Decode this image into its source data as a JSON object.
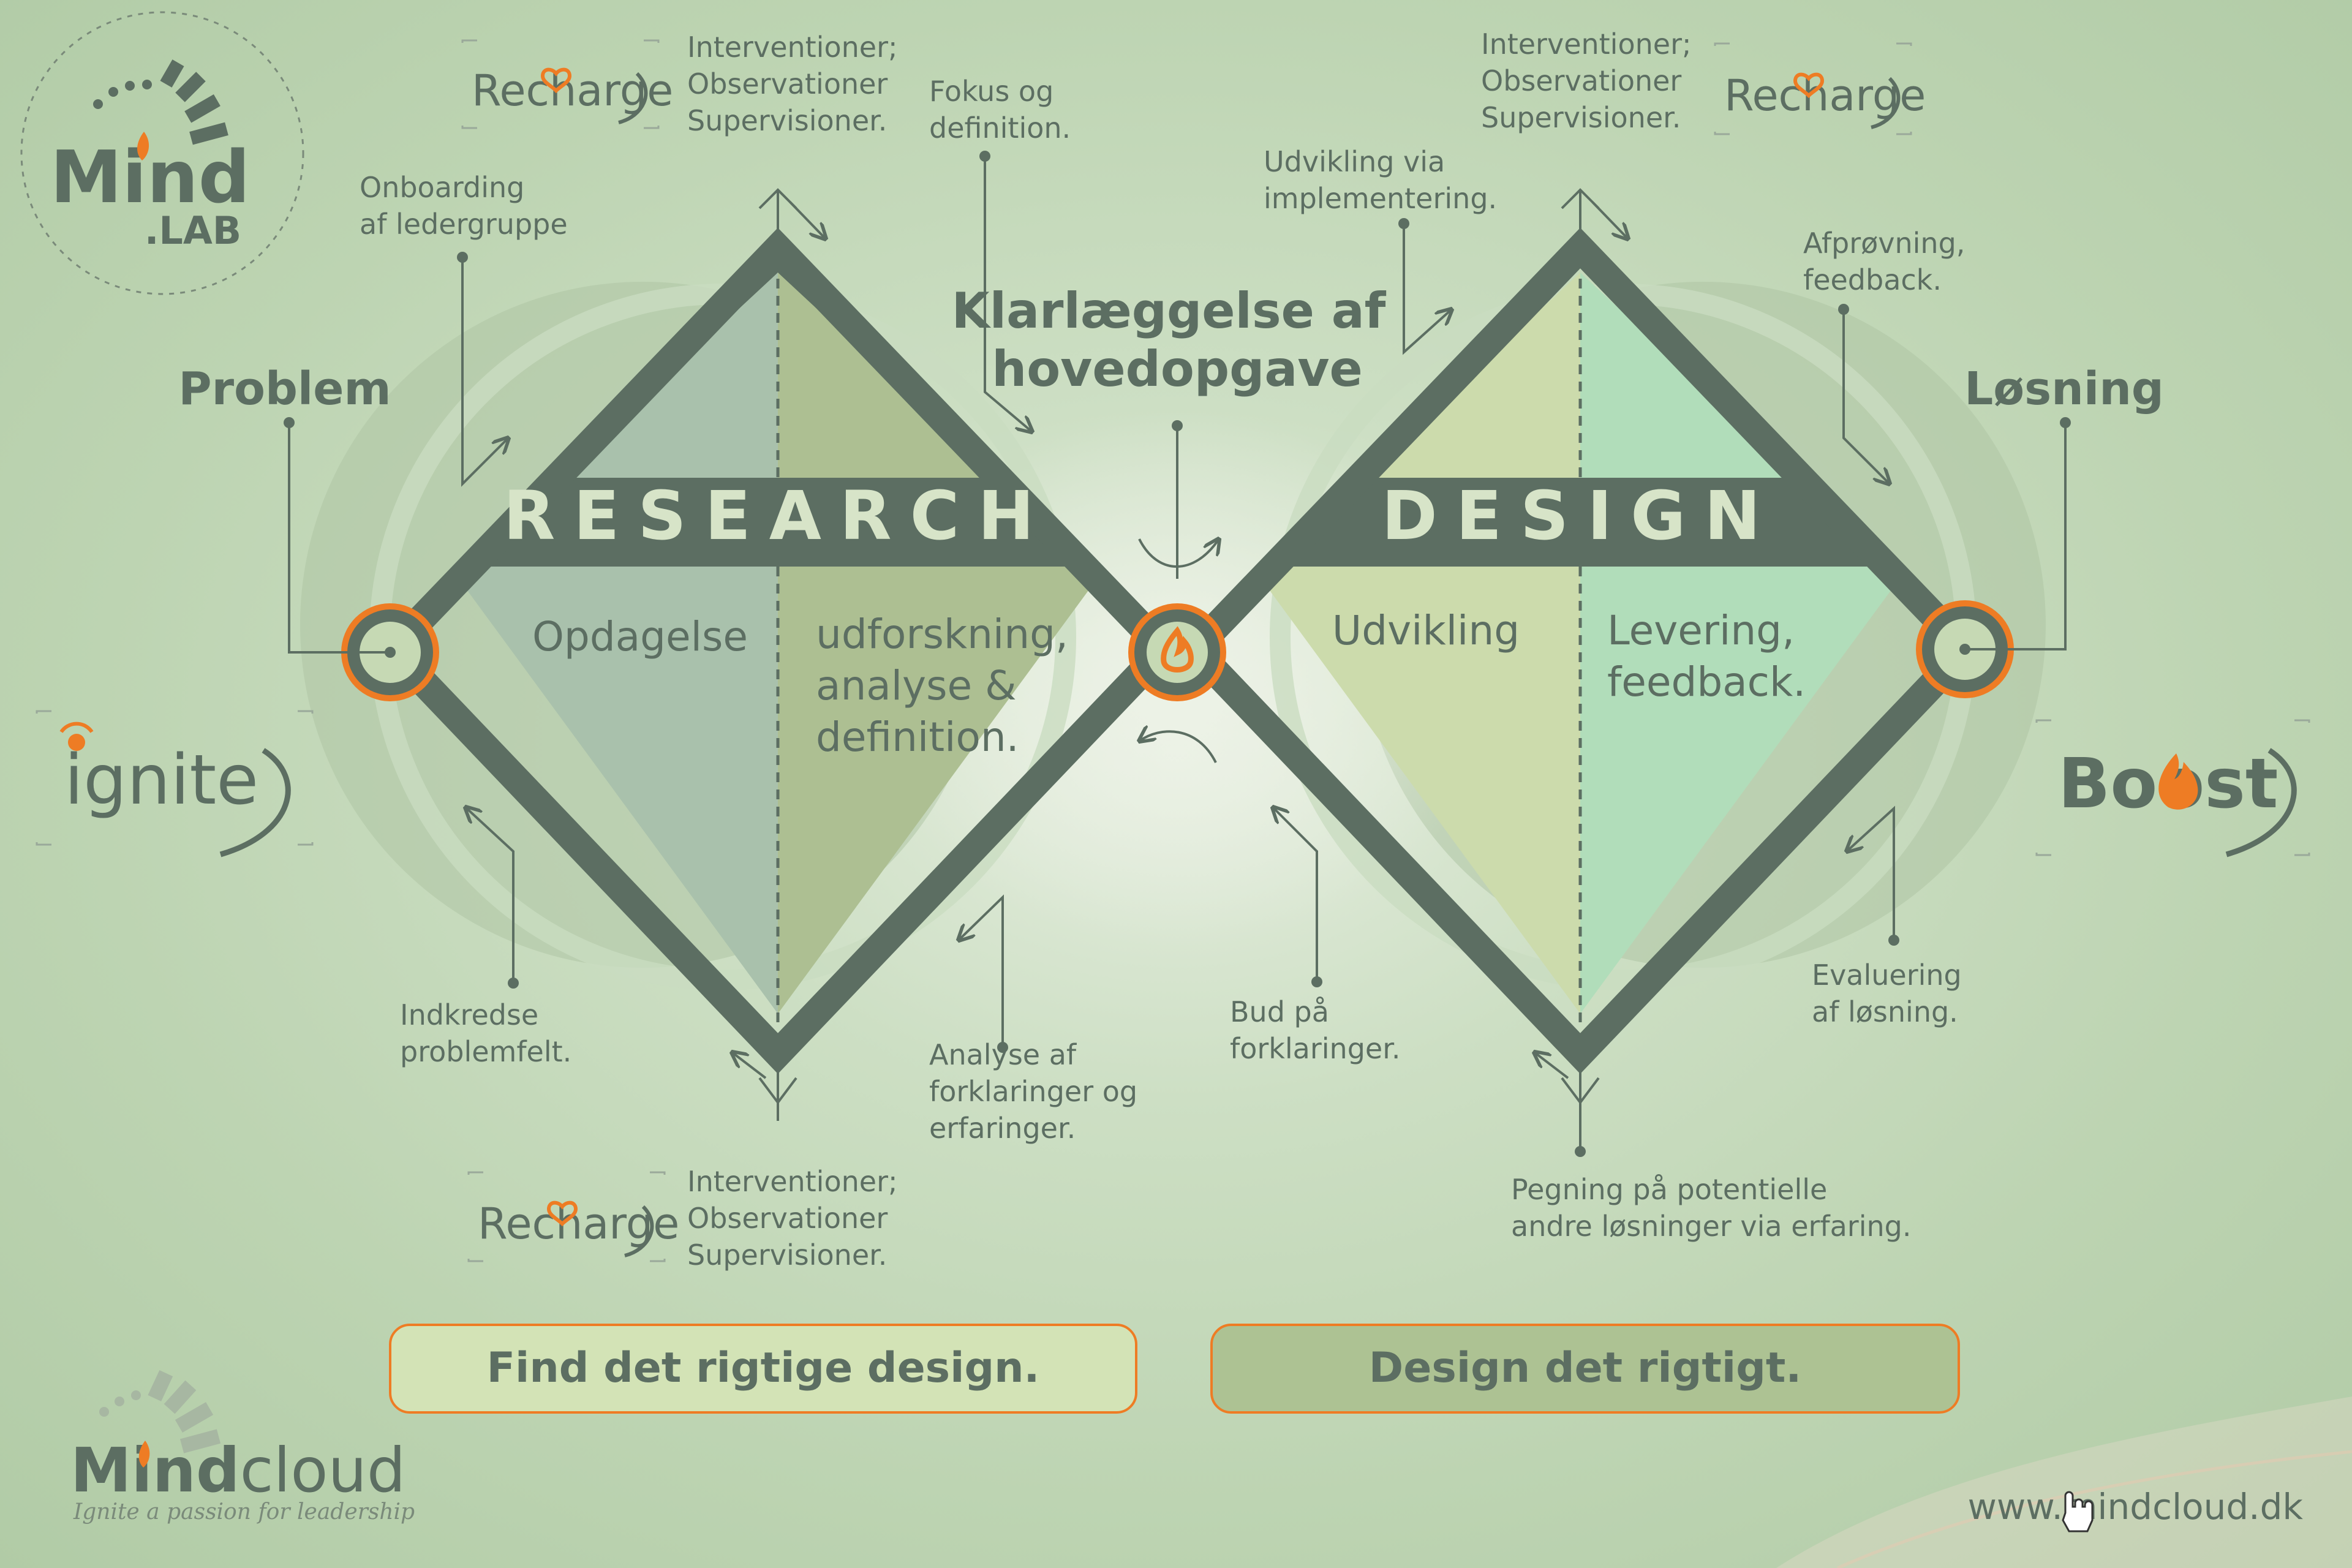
{
  "colors": {
    "frame": "#5c6e62",
    "research_left": "#a9c1ac",
    "research_right": "#adbf92",
    "design_left": "#ccdbac",
    "design_right": "#b1ddba",
    "accent_orange": "#ee7c24",
    "button_left_fill": "#d3e3b6",
    "button_right_fill": "#adc293",
    "background": "#bdd4b2"
  },
  "logos": {
    "mindlab": {
      "mind": "Mind",
      "lab": ".LAB"
    },
    "ignite": "ignite",
    "boost": "Boost",
    "recharge": "Recharge",
    "mindcloud": {
      "mind": "Mind",
      "cloud": "cloud",
      "tagline": "Ignite a passion for leadership"
    }
  },
  "stages": {
    "problem": "Problem",
    "solution": "Løsning",
    "center": [
      "Klarlæggelse af",
      "hovedopgave"
    ]
  },
  "diamonds": {
    "research": {
      "title": "RESEARCH",
      "left": [
        "Opdagelse"
      ],
      "right": [
        "udforskning,",
        "analyse &",
        "definition."
      ]
    },
    "design": {
      "title": "DESIGN",
      "left": [
        "Udvikling"
      ],
      "right": [
        "Levering,",
        "feedback."
      ]
    }
  },
  "annotations": {
    "onboarding": [
      "Onboarding",
      "af ledergruppe"
    ],
    "interventions_top_left": [
      "Interventioner;",
      "Observationer",
      "Supervisioner."
    ],
    "focus": [
      "Fokus og",
      "definition."
    ],
    "interventions_top_right": [
      "Interventioner;",
      "Observationer",
      "Supervisioner."
    ],
    "development": [
      "Udvikling via",
      "implementering."
    ],
    "testing": [
      "Afprøvning,",
      "feedback."
    ],
    "delimit": [
      "Indkredse",
      "problemfelt."
    ],
    "analysis": [
      "Analyse af",
      "forklaringer og",
      "erfaringer."
    ],
    "interventions_bottom": [
      "Interventioner;",
      "Observationer",
      "Supervisioner."
    ],
    "offers": [
      "Bud på",
      "forklaringer."
    ],
    "evaluation": [
      "Evaluering",
      "af løsning."
    ],
    "alternatives": [
      "Pegning på potentielle",
      "andre løsninger via erfaring."
    ]
  },
  "buttons": {
    "left": "Find det rigtige design.",
    "right": "Design det rigtigt."
  },
  "website": "www.mindcloud.dk"
}
